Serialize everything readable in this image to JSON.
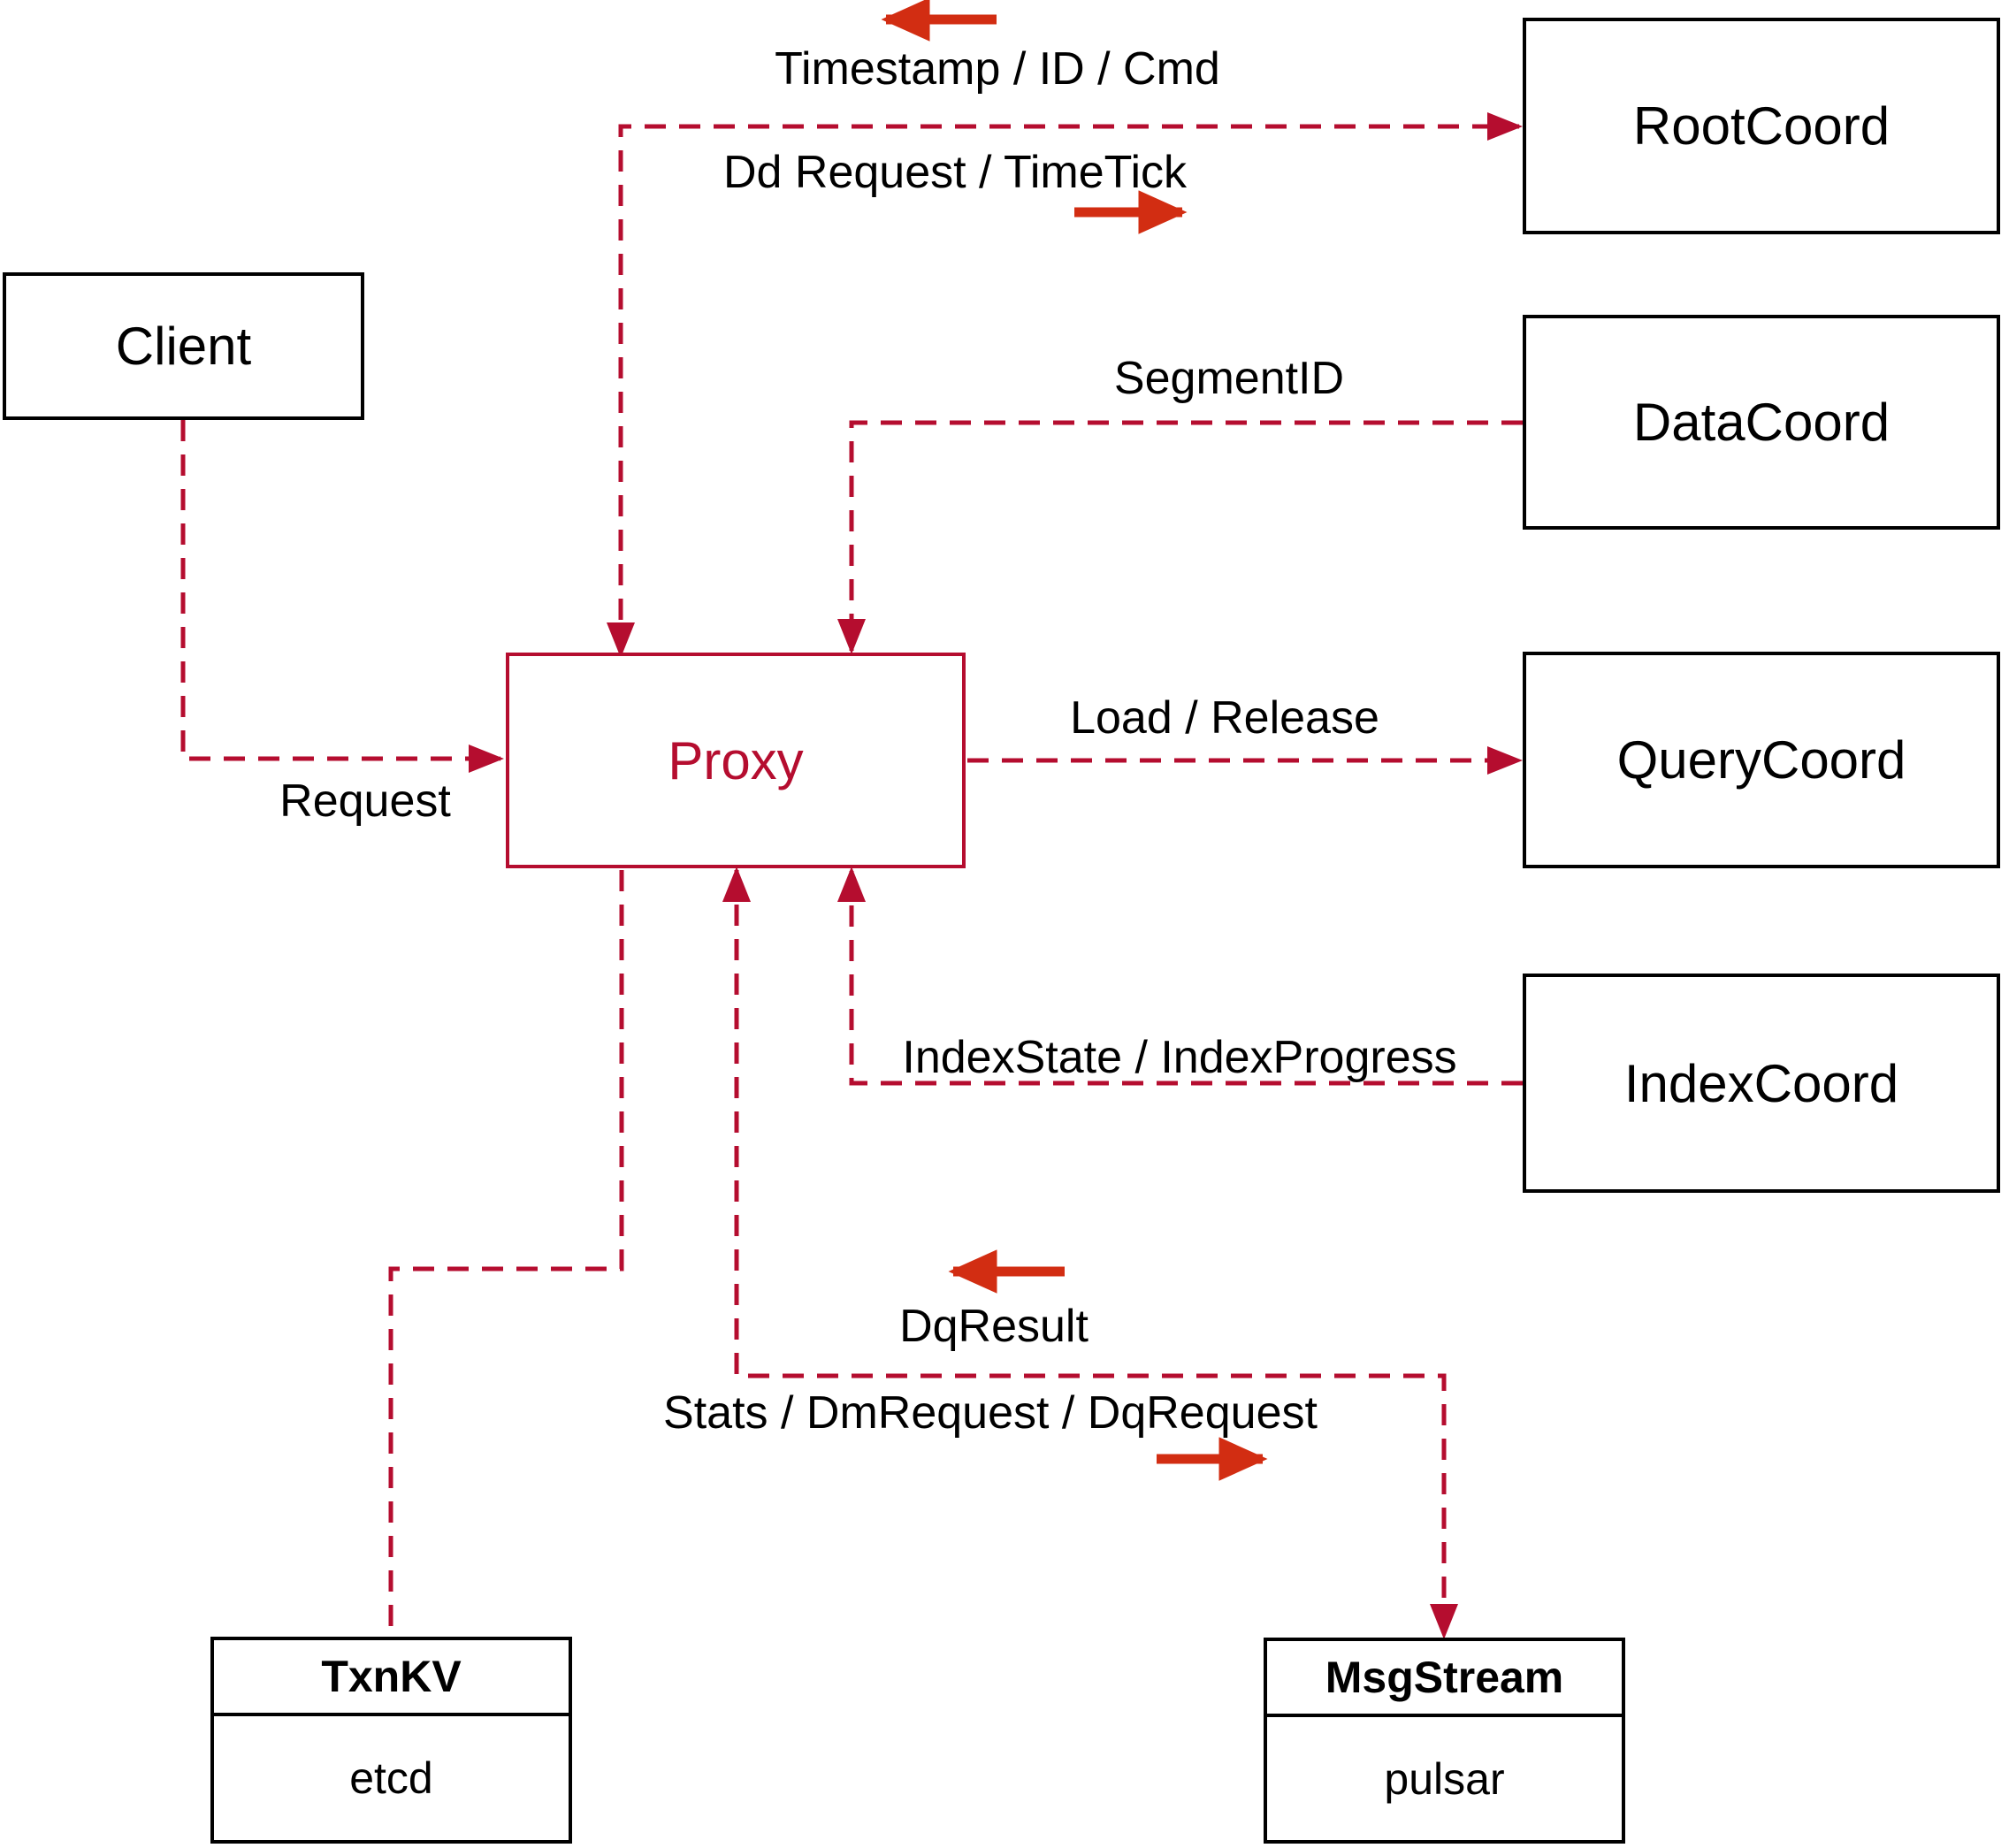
{
  "colors": {
    "connector": "#b50d2f",
    "arrow": "#d22d12",
    "box_border": "#000000",
    "text": "#000000",
    "background": "#ffffff"
  },
  "nodes": {
    "client": {
      "label": "Client"
    },
    "proxy": {
      "label": "Proxy"
    },
    "root_coord": {
      "label": "RootCoord"
    },
    "data_coord": {
      "label": "DataCoord"
    },
    "query_coord": {
      "label": "QueryCoord"
    },
    "index_coord": {
      "label": "IndexCoord"
    },
    "txn_kv": {
      "title": "TxnKV",
      "impl": "etcd"
    },
    "msg_stream": {
      "title": "MsgStream",
      "impl": "pulsar"
    }
  },
  "edges": {
    "client_proxy": {
      "label": "Request"
    },
    "proxy_root": {
      "label_up": "Timestamp / ID / Cmd",
      "label_down": "Dd Request / TimeTick"
    },
    "data_proxy": {
      "label": "SegmentID"
    },
    "proxy_query": {
      "label": "Load / Release"
    },
    "index_proxy": {
      "label": "IndexState / IndexProgress"
    },
    "proxy_msgstream": {
      "label_result": "DqResult",
      "label_request": "Stats / DmRequest / DqRequest"
    }
  }
}
